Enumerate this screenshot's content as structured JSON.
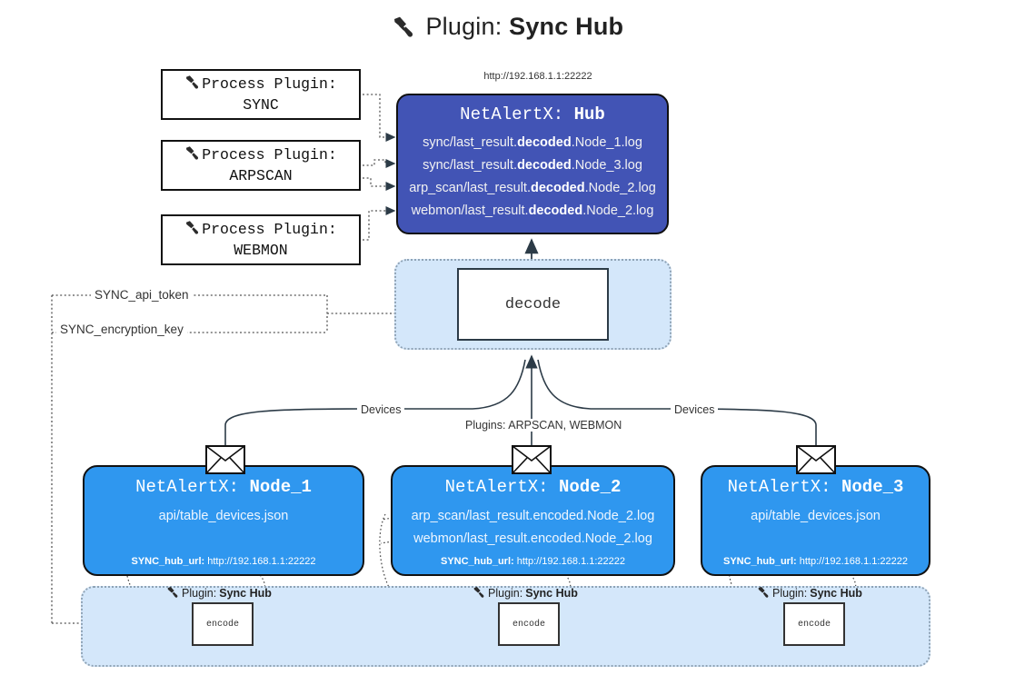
{
  "title": {
    "prefix": "Plugin:",
    "name": "Sync Hub",
    "icon": "plug-icon"
  },
  "hub": {
    "url": "http://192.168.1.1:22222",
    "title_prefix": "NetAlertX:",
    "title_name": "Hub",
    "lines": [
      {
        "pre": "sync/last_result.",
        "bold": "decoded",
        "post": ".Node_1.log"
      },
      {
        "pre": "sync/last_result.",
        "bold": "decoded",
        "post": ".Node_3.log"
      },
      {
        "pre": "arp_scan/last_result.",
        "bold": "decoded",
        "post": ".Node_2.log"
      },
      {
        "pre": "webmon/last_result.",
        "bold": "decoded",
        "post": ".Node_2.log"
      }
    ]
  },
  "process_plugins": [
    {
      "label": "Process Plugin:",
      "name": "SYNC"
    },
    {
      "label": "Process Plugin:",
      "name": "ARPSCAN"
    },
    {
      "label": "Process Plugin:",
      "name": "WEBMON"
    }
  ],
  "decode": {
    "label": "decode"
  },
  "keys": [
    {
      "label": "SYNC_api_token"
    },
    {
      "label": "SYNC_encryption_key"
    }
  ],
  "edge_labels": {
    "devices_left": "Devices",
    "devices_right": "Devices",
    "plugins_middle": "Plugins: ARPSCAN, WEBMON"
  },
  "nodes": [
    {
      "title_prefix": "NetAlertX:",
      "title_name": "Node_1",
      "lines": [
        "api/table_devices.json"
      ],
      "foot_key": "SYNC_hub_url:",
      "foot_value": "http://192.168.1.1:22222"
    },
    {
      "title_prefix": "NetAlertX:",
      "title_name": "Node_2",
      "lines": [
        "arp_scan/last_result.encoded.Node_2.log",
        "webmon/last_result.encoded.Node_2.log"
      ],
      "foot_key": "SYNC_hub_url:",
      "foot_value": "http://192.168.1.1:22222"
    },
    {
      "title_prefix": "NetAlertX:",
      "title_name": "Node_3",
      "lines": [
        "api/table_devices.json"
      ],
      "foot_key": "SYNC_hub_url:",
      "foot_value": "http://192.168.1.1:22222"
    }
  ],
  "plugin_tags": [
    {
      "prefix": "Plugin:",
      "name": "Sync Hub",
      "encode_label": "encode"
    },
    {
      "prefix": "Plugin:",
      "name": "Sync Hub",
      "encode_label": "encode"
    },
    {
      "prefix": "Plugin:",
      "name": "Sync Hub",
      "encode_label": "encode"
    }
  ],
  "colors": {
    "hub_fill": "#4254b5",
    "node_fill": "#2f97ef",
    "container_fill": "#d4e7fa",
    "container_border": "#8fa3b5",
    "edge": "#3a4450"
  }
}
